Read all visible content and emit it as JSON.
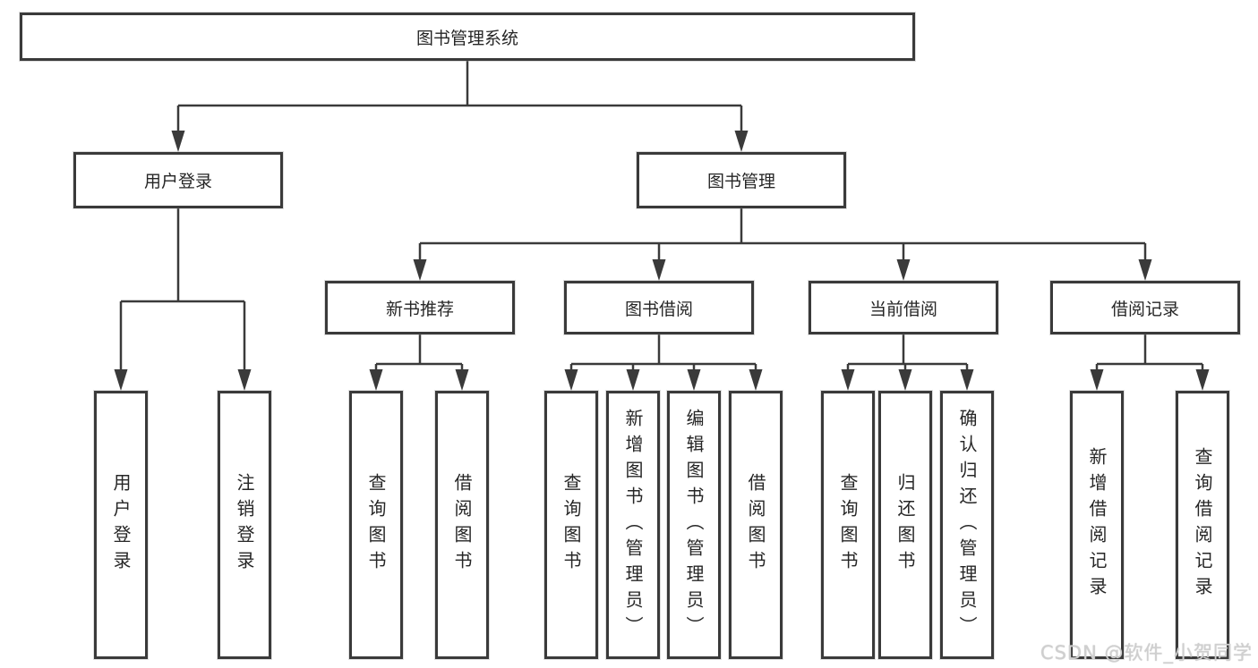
{
  "diagram": {
    "type": "hierarchy-structure-diagram",
    "colors": {
      "line": "#3a3a3a",
      "box_border": "#3a3a3a",
      "box_background": "#ffffff",
      "text": "#262626",
      "watermark_text": "#cfcfcf"
    },
    "root": {
      "label": "图书管理系统"
    },
    "branches": [
      {
        "label": "用户登录",
        "children": [
          {
            "label": "用户登录"
          },
          {
            "label": "注销登录"
          }
        ]
      },
      {
        "label": "图书管理",
        "children": [
          {
            "label": "新书推荐",
            "children": [
              {
                "label": "查询图书"
              },
              {
                "label": "借阅图书"
              }
            ]
          },
          {
            "label": "图书借阅",
            "children": [
              {
                "label": "查询图书"
              },
              {
                "label": "新增图书（管理员）"
              },
              {
                "label": "编辑图书（管理员）"
              },
              {
                "label": "借阅图书"
              }
            ]
          },
          {
            "label": "当前借阅",
            "children": [
              {
                "label": "查询图书"
              },
              {
                "label": "归还图书"
              },
              {
                "label": "确认归还（管理员）"
              }
            ]
          },
          {
            "label": "借阅记录",
            "children": [
              {
                "label": "新增借阅记录"
              },
              {
                "label": "查询借阅记录"
              }
            ]
          }
        ]
      }
    ],
    "watermark": "CSDN @软件_小贺同学"
  }
}
